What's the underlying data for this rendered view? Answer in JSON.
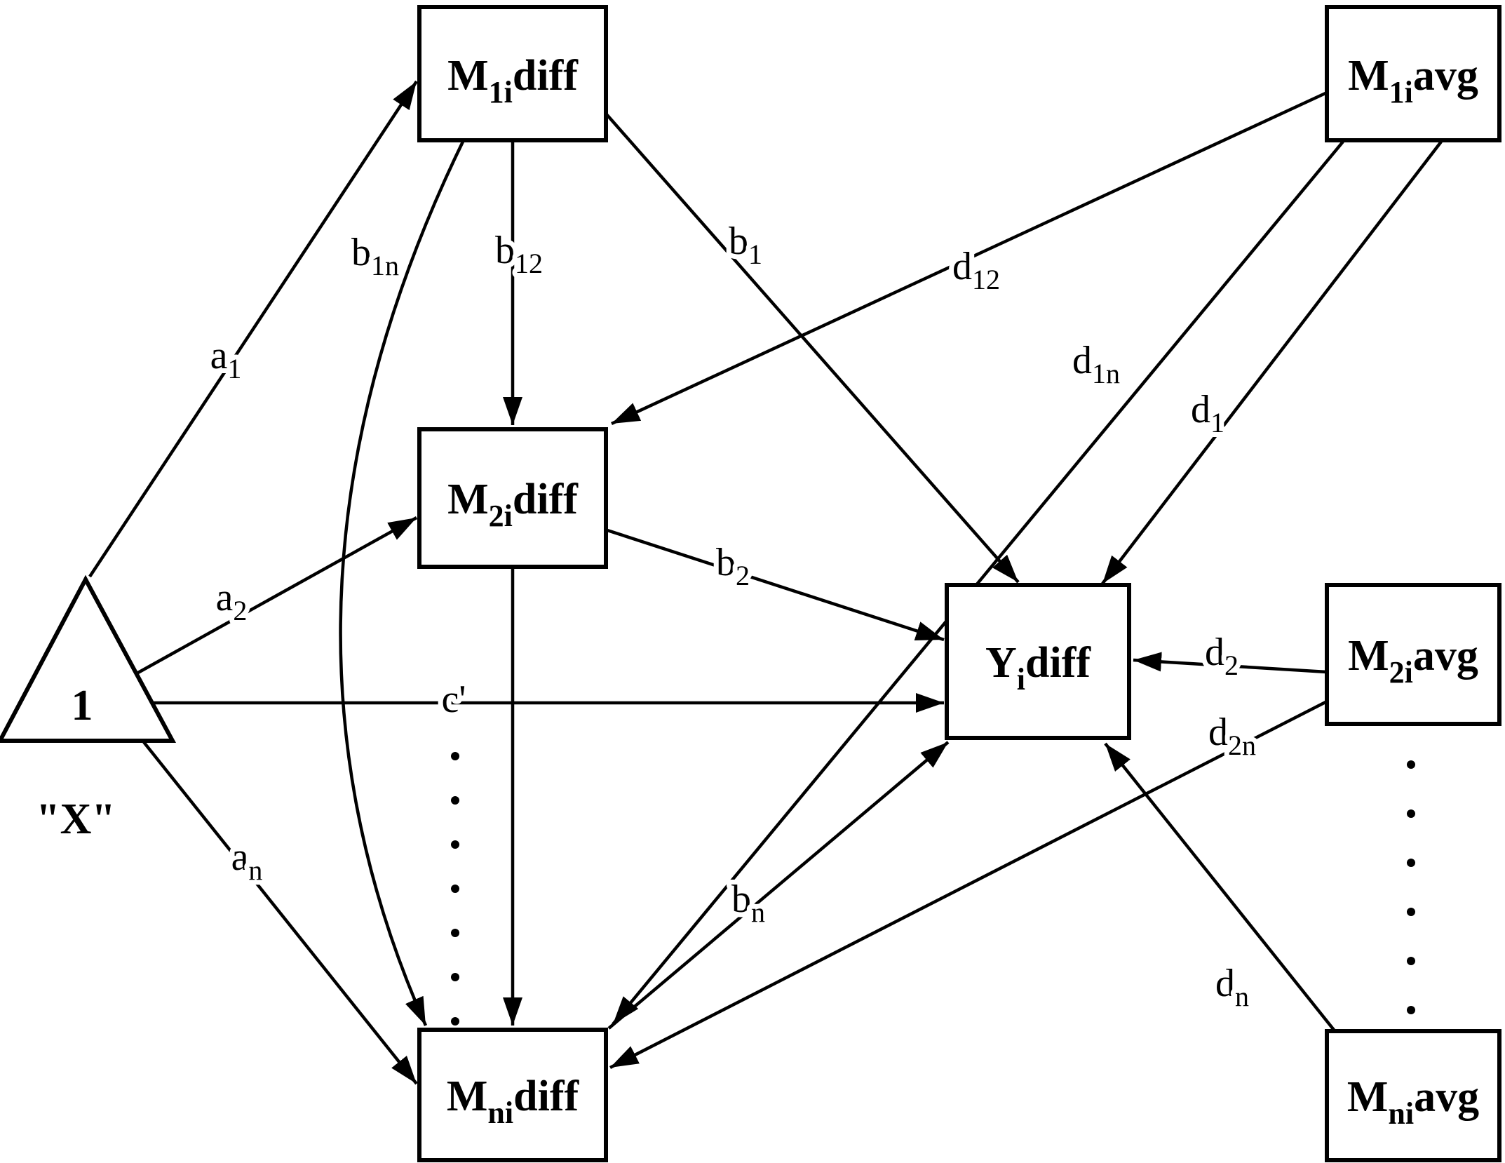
{
  "diagram": {
    "description": "Multiple-mediator path model with difference and average mediator terms",
    "colors": {
      "stroke": "#000000",
      "background": "#ffffff"
    },
    "x_node": {
      "label": "1",
      "caption": "\"X\""
    },
    "nodes": {
      "m1diff": {
        "base": "M",
        "sub": "1i",
        "rest": "diff"
      },
      "m1avg": {
        "base": "M",
        "sub": "1i",
        "rest": "avg"
      },
      "m2diff": {
        "base": "M",
        "sub": "2i",
        "rest": "diff"
      },
      "ydiff": {
        "base": "Y",
        "sub": "i",
        "rest": "diff"
      },
      "m2avg": {
        "base": "M",
        "sub": "2i",
        "rest": "avg"
      },
      "mndiff": {
        "base": "M",
        "sub": "ni",
        "rest": "diff"
      },
      "mnavg": {
        "base": "M",
        "sub": "ni",
        "rest": "avg"
      }
    },
    "edges": {
      "a1": {
        "base": "a",
        "sub": "1",
        "from": "x",
        "to": "m1diff"
      },
      "a2": {
        "base": "a",
        "sub": "2",
        "from": "x",
        "to": "m2diff"
      },
      "an": {
        "base": "a",
        "sub": "n",
        "from": "x",
        "to": "mndiff"
      },
      "c_prime": {
        "base": "c'",
        "sub": "",
        "from": "x",
        "to": "ydiff"
      },
      "b12": {
        "base": "b",
        "sub": "12",
        "from": "m1diff",
        "to": "m2diff"
      },
      "b1n": {
        "base": "b",
        "sub": "1n",
        "from": "m1diff",
        "to": "mndiff"
      },
      "b1": {
        "base": "b",
        "sub": "1",
        "from": "m1diff",
        "to": "ydiff"
      },
      "b2": {
        "base": "b",
        "sub": "2",
        "from": "m2diff",
        "to": "ydiff"
      },
      "bn": {
        "base": "b",
        "sub": "n",
        "from": "mndiff",
        "to": "ydiff"
      },
      "m2_to_mn": {
        "base": "",
        "sub": "",
        "from": "m2diff",
        "to": "mndiff"
      },
      "d12": {
        "base": "d",
        "sub": "12",
        "from": "m1avg",
        "to": "m2diff"
      },
      "d1n": {
        "base": "d",
        "sub": "1n",
        "from": "m1avg",
        "to": "mndiff"
      },
      "d1": {
        "base": "d",
        "sub": "1",
        "from": "m1avg",
        "to": "ydiff"
      },
      "d2": {
        "base": "d",
        "sub": "2",
        "from": "m2avg",
        "to": "ydiff"
      },
      "d2n": {
        "base": "d",
        "sub": "2n",
        "from": "m2avg",
        "to": "mndiff"
      },
      "dn": {
        "base": "d",
        "sub": "n",
        "from": "mnavg",
        "to": "ydiff"
      }
    }
  }
}
